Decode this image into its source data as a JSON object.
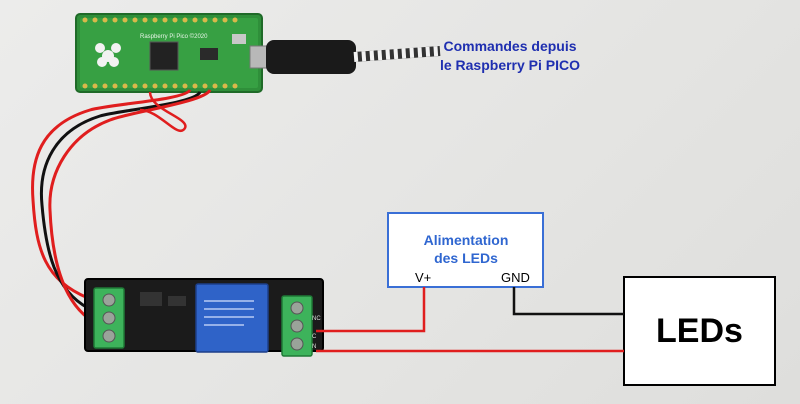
{
  "caption": {
    "line1": "Commandes depuis",
    "line2": "le Raspberry Pi PICO"
  },
  "pico": {
    "silk_label": "Raspberry Pi Pico ©2020"
  },
  "power_supply": {
    "title_line1": "Alimentation",
    "title_line2": "des LEDs",
    "terminal_plus": "V+",
    "terminal_gnd": "GND"
  },
  "leds_box": {
    "label": "LEDs"
  },
  "relay": {
    "terminal_labels": [
      "NC",
      "C",
      "N"
    ]
  },
  "colors": {
    "caption_text": "#1f2fb0",
    "psu_border": "#3a6fd6",
    "psu_text": "#2f66d0",
    "wire_red": "#e01e1e",
    "wire_black": "#111111",
    "pcb_green": "#2f8f3a",
    "relay_blue": "#2f63c8",
    "terminal_green": "#3db35b"
  }
}
